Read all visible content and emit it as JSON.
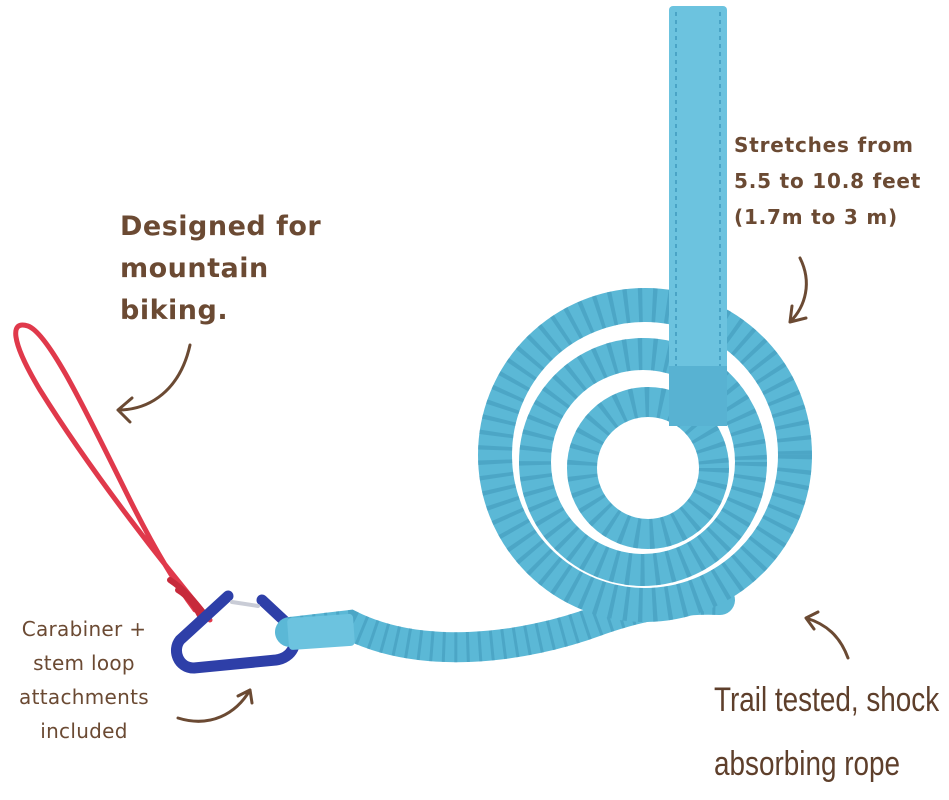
{
  "callouts": {
    "mountain_biking": [
      "Designed for",
      "mountain",
      "biking."
    ],
    "stretch": [
      "Stretches from",
      "5.5 to 10.8 feet",
      "(1.7m to 3 m)"
    ],
    "carabiner": [
      "Carabiner +",
      "stem loop",
      "attachments",
      "included"
    ],
    "trail": [
      "Trail tested, shock",
      "absorbing rope"
    ]
  },
  "colors": {
    "text": "#6b4a33",
    "rope": "#5bb8d6",
    "rope_dark": "#3f98ba",
    "strap": "#6cc3df",
    "loop": "#e0394b",
    "carabiner": "#2e3fa8"
  },
  "icons": [
    "curved-arrow-icon",
    "carabiner-icon",
    "bungee-rope-icon"
  ]
}
